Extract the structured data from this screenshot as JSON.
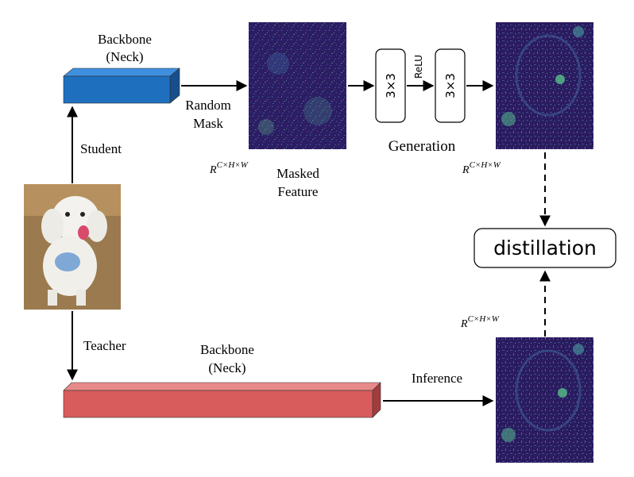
{
  "diagram": {
    "student_backbone": {
      "line1": "Backbone",
      "line2": "(Neck)"
    },
    "teacher_backbone": {
      "line1": "Backbone",
      "line2": "(Neck)"
    },
    "student_label": "Student",
    "teacher_label": "Teacher",
    "random_mask": {
      "line1": "Random",
      "line2": "Mask"
    },
    "masked_feature": {
      "line1": "Masked",
      "line2": "Feature"
    },
    "conv1": "3×3",
    "conv2": "3×3",
    "relu": "ReLU",
    "generation": "Generation",
    "distillation": "distillation",
    "inference": "Inference",
    "dim_base": "R",
    "dim_sup": "C×H×W"
  },
  "colors": {
    "student_block": "#1f6fbf",
    "student_block_top": "#3f8fdf",
    "student_block_side": "#174f8c",
    "teacher_block": "#d95c5c",
    "teacher_block_top": "#e88a8a",
    "teacher_block_side": "#a23d3d",
    "feature_dark": "#2b1a5e",
    "feature_mid": "#3b4c8c",
    "feature_hi": "#4fb08c"
  }
}
